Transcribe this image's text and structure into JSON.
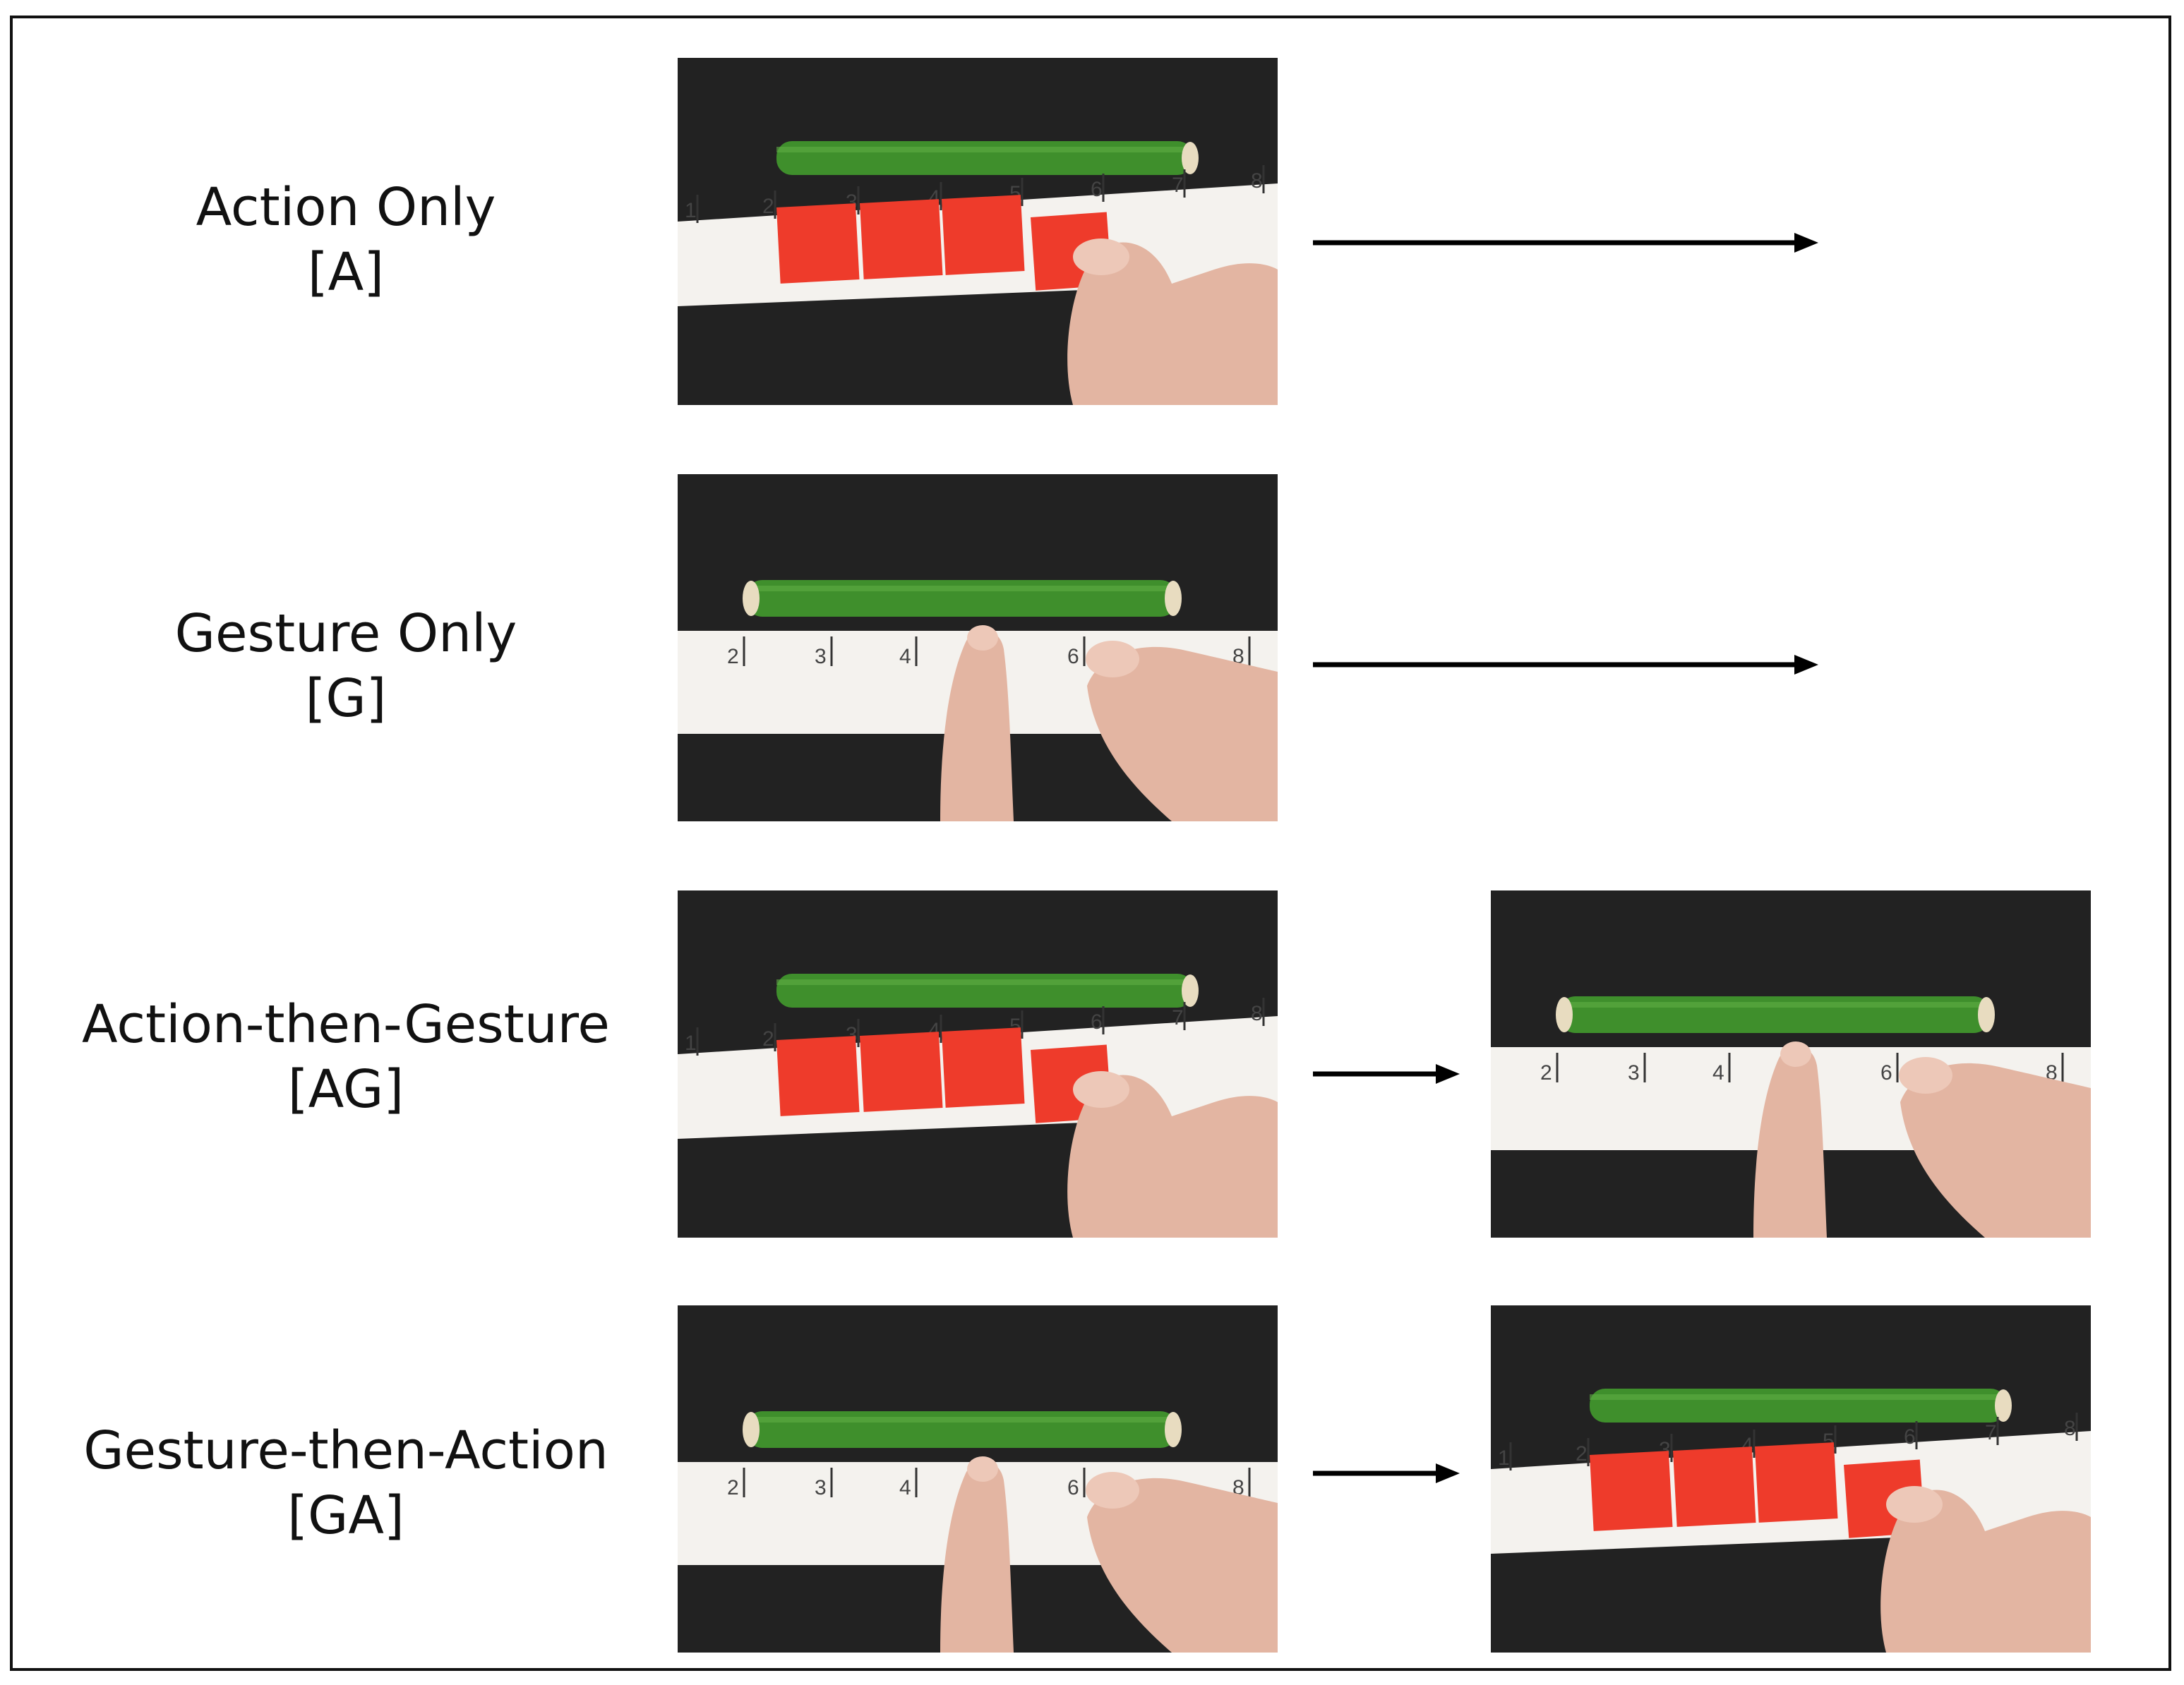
{
  "conditions": [
    {
      "name": "Action Only",
      "code": "[A]"
    },
    {
      "name": "Gesture Only",
      "code": "[G]"
    },
    {
      "name": "Action-then-Gesture",
      "code": "[AG]"
    },
    {
      "name": "Gesture-then-Action",
      "code": "[GA]"
    }
  ],
  "ruler_numbers": {
    "action": [
      "1",
      "2",
      "3",
      "4",
      "5",
      "6",
      "7",
      "8"
    ],
    "gesture": [
      "2",
      "3",
      "4",
      "6",
      "8"
    ]
  },
  "colors": {
    "background_mat": "#222222",
    "rod": "#3f8f2c",
    "tiles": "#ee3b2b",
    "ruler": "#f4f2ee",
    "arrow": "#000000"
  }
}
